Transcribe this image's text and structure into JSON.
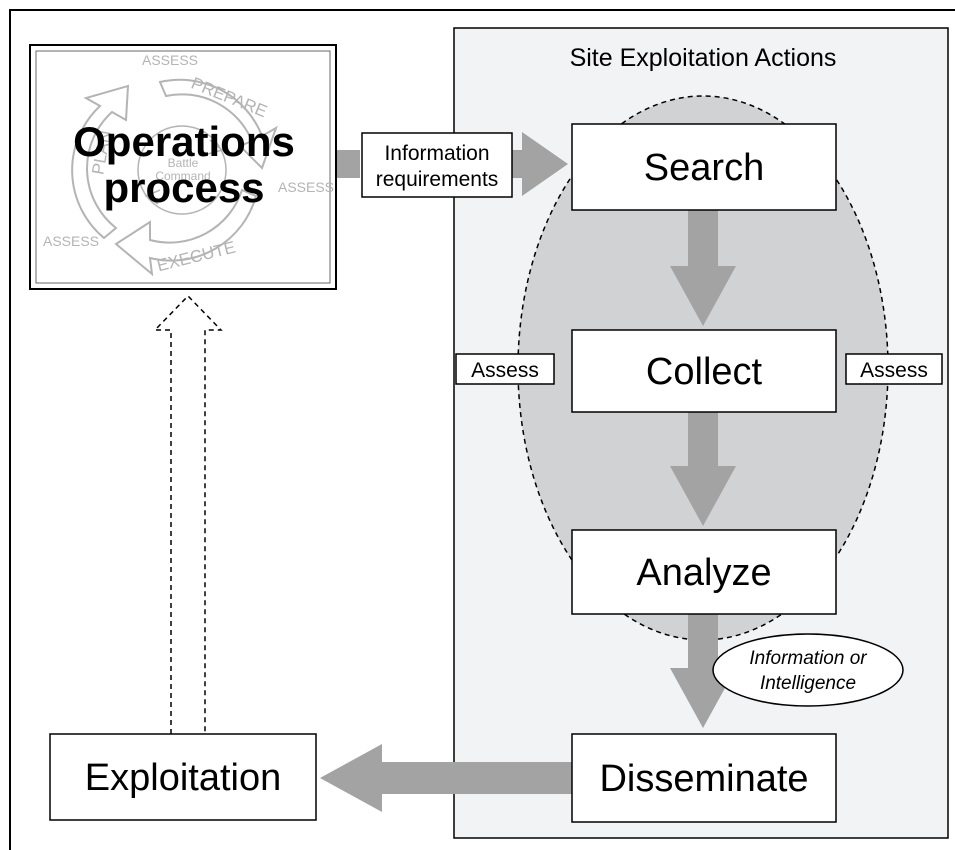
{
  "diagram": {
    "site_actions_title": "Site Exploitation Actions",
    "steps": {
      "search": "Search",
      "collect": "Collect",
      "analyze": "Analyze",
      "disseminate": "Disseminate",
      "exploitation": "Exploitation"
    },
    "assess_left": "Assess",
    "assess_right": "Assess",
    "info_requirements": {
      "line1": "Information",
      "line2": "requirements"
    },
    "info_intel": {
      "line1": "Information or",
      "line2": "Intelligence"
    },
    "operations_process": {
      "title_line1": "Operations",
      "title_line2": "process",
      "cycle_labels": {
        "prepare": "PREPARE",
        "execute": "EXECUTE",
        "plan": "PLAN",
        "assess_top": "ASSESS",
        "assess_right": "ASSESS",
        "assess_left": "ASSESS",
        "battle": "Battle",
        "command": "Command"
      }
    }
  },
  "colors": {
    "arrow_gray": "#a3a3a3",
    "panel_fill": "#f2f3f5",
    "ellipse_fill": "#d1d2d4",
    "cycle_gray": "#b0b0b0",
    "line": "#000000"
  }
}
